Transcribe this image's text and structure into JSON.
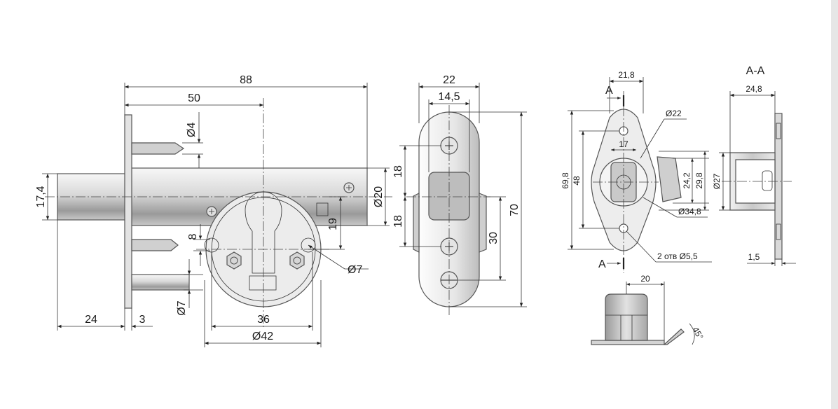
{
  "view1": {
    "d88": "88",
    "d50": "50",
    "d_phi4": "Ø4",
    "d17_4": "17,4",
    "d8": "8",
    "d19": "19",
    "d_phi20": "Ø20",
    "d_phi7a": "Ø7",
    "d_phi7b": "Ø7",
    "d24": "24",
    "d3": "3",
    "d36": "36",
    "d_phi42": "Ø42"
  },
  "view2": {
    "d22": "22",
    "d14_5": "14,5",
    "d18a": "18",
    "d18b": "18",
    "d30": "30",
    "d70": "70"
  },
  "view3": {
    "section_mark": "A",
    "d21_8": "21,8",
    "d_phi22": "Ø22",
    "d17": "17",
    "d69_8": "69,8",
    "d48": "48",
    "d24_2": "24,2",
    "d29_8": "29,8",
    "d_phi34_8": "Ø34,8",
    "holes_note": "2 отв Ø5,5"
  },
  "view4": {
    "title": "A-A",
    "d24_8": "24,8",
    "d_phi27": "Ø27",
    "d1_5": "1,5"
  },
  "view5": {
    "d20": "20",
    "angle": "45°"
  }
}
